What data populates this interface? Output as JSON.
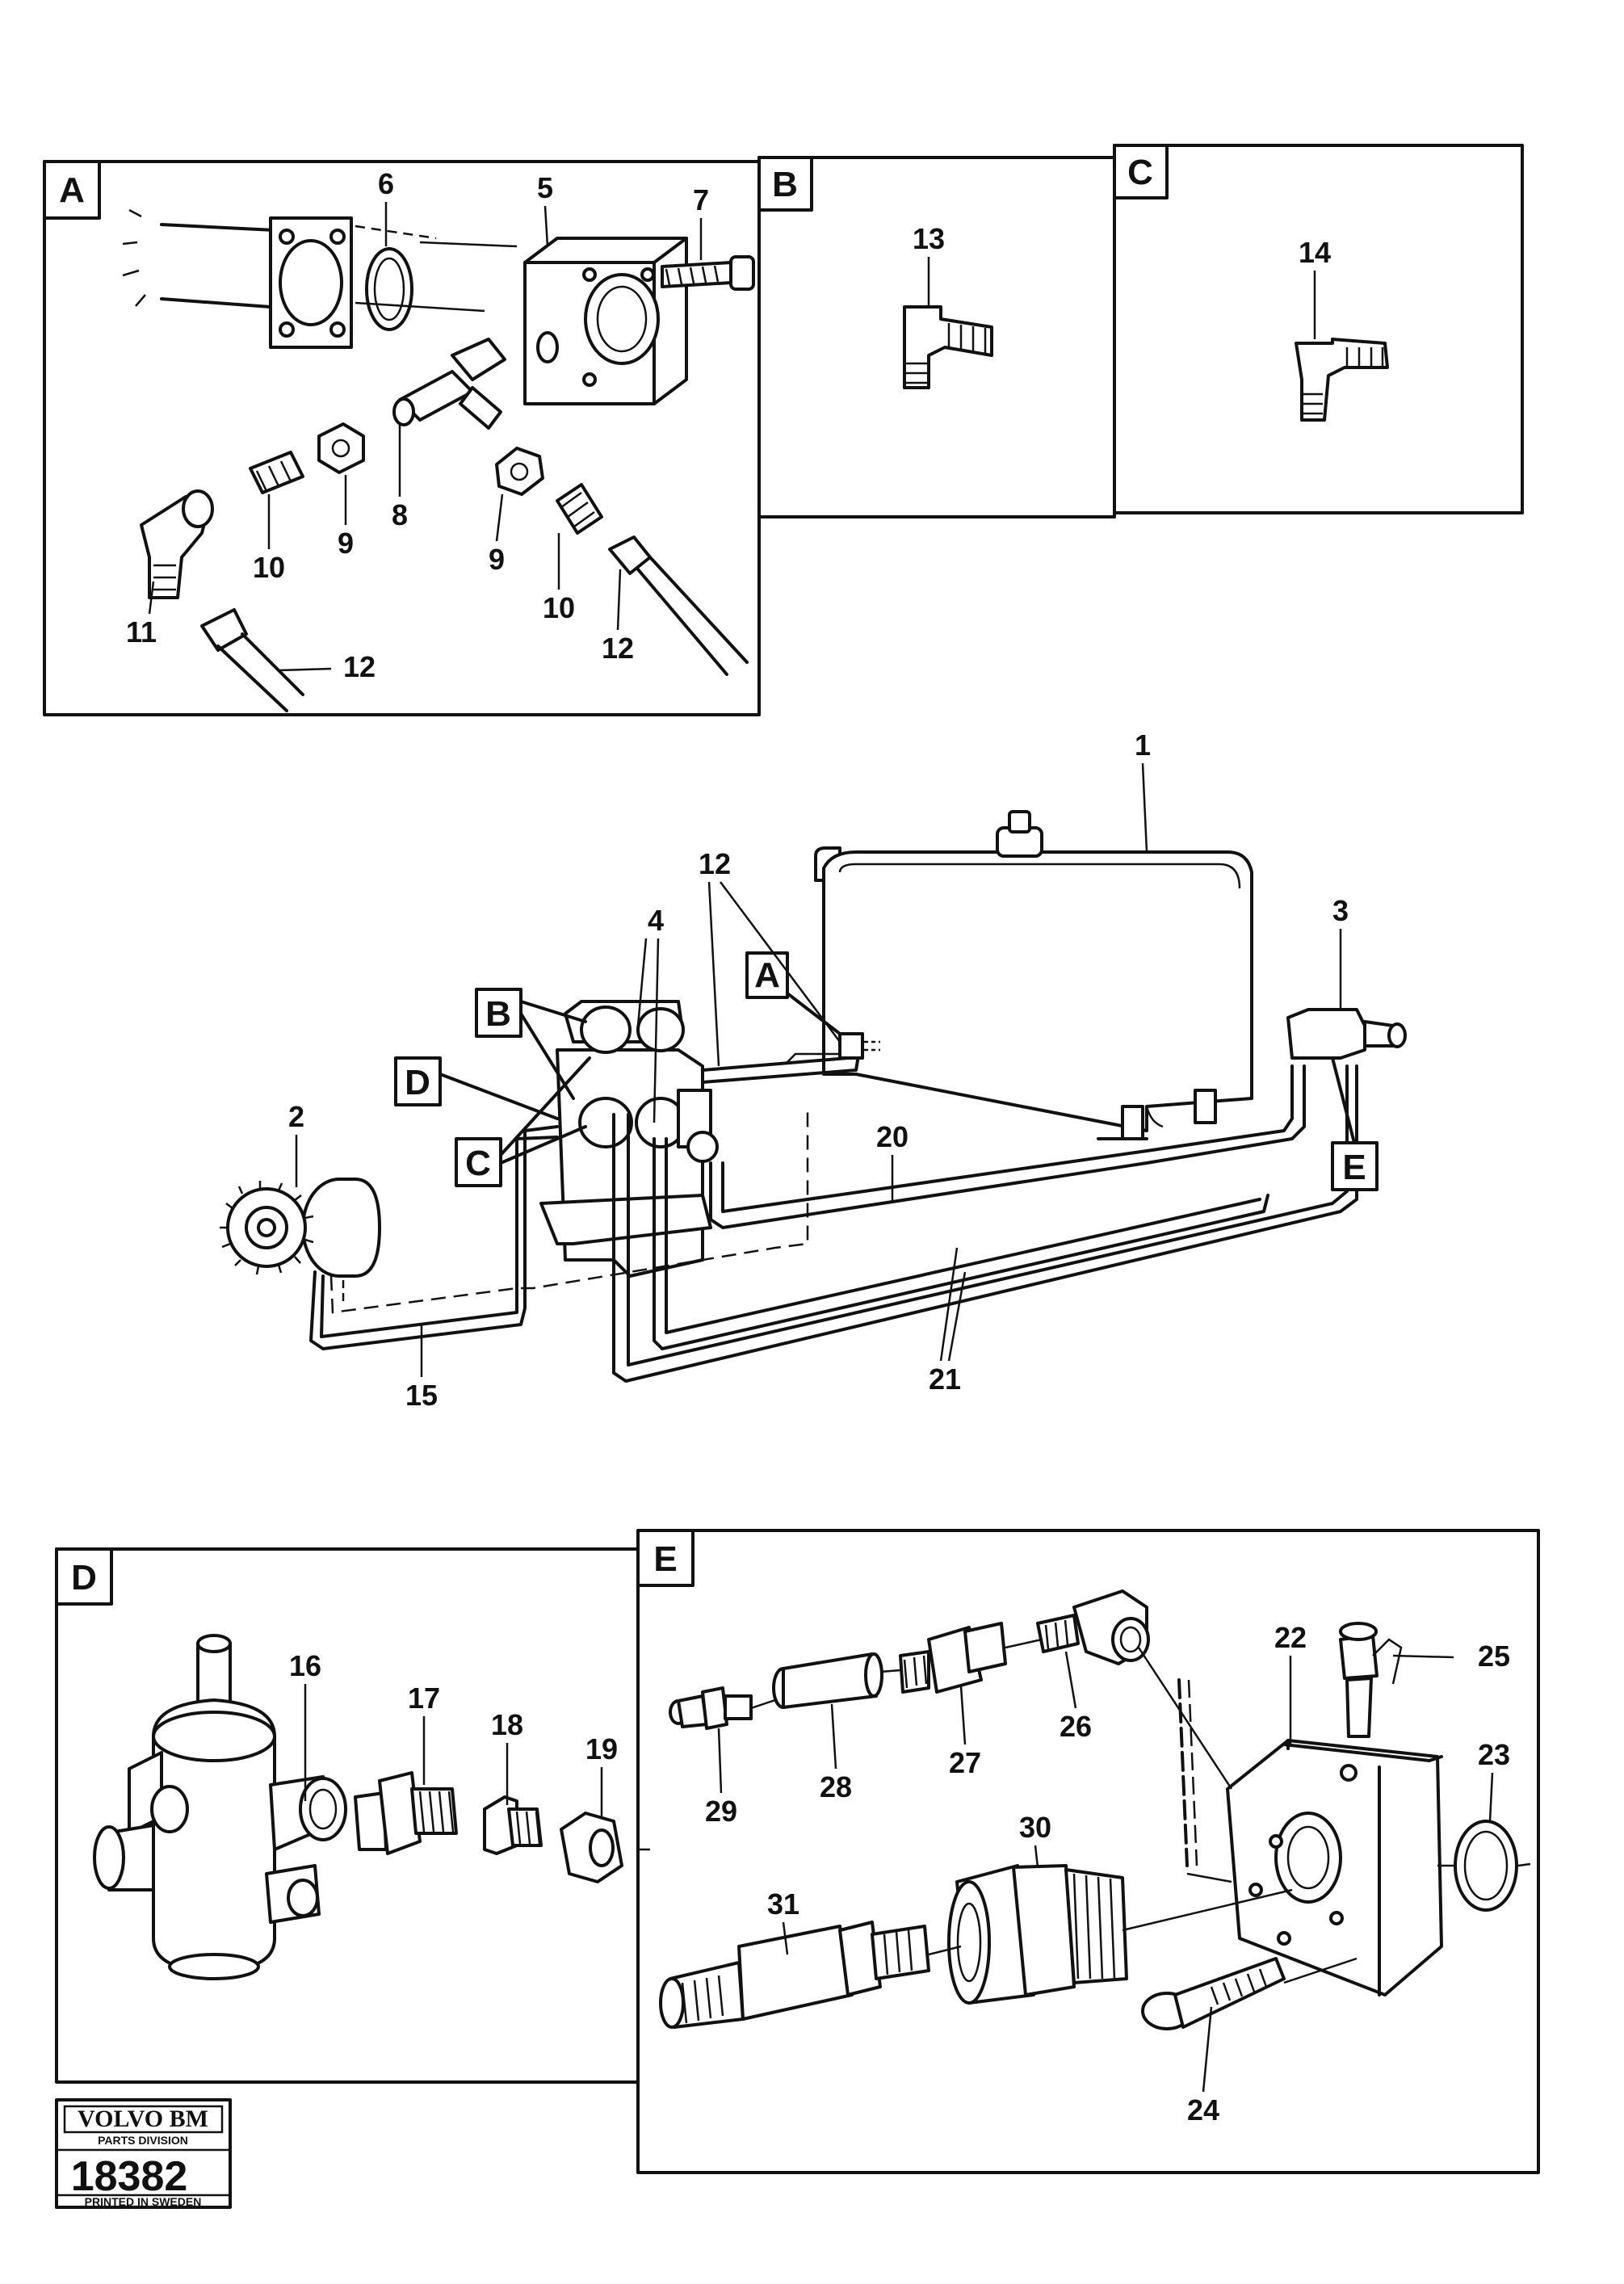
{
  "panels": {
    "A": "A",
    "B": "B",
    "C": "C",
    "D": "D",
    "E": "E"
  },
  "callouts": {
    "A": "A",
    "B": "B",
    "C": "C",
    "D": "D",
    "E": "E"
  },
  "parts": {
    "p1": "1",
    "p2": "2",
    "p3": "3",
    "p4": "4",
    "p5": "5",
    "p6": "6",
    "p7": "7",
    "p8": "8",
    "p9": "9",
    "p10": "10",
    "p11": "11",
    "p12": "12",
    "p13": "13",
    "p14": "14",
    "p15": "15",
    "p16": "16",
    "p17": "17",
    "p18": "18",
    "p19": "19",
    "p20": "20",
    "p21": "21",
    "p22": "22",
    "p23": "23",
    "p24": "24",
    "p25": "25",
    "p26": "26",
    "p27": "27",
    "p28": "28",
    "p29": "29",
    "p30": "30",
    "p31": "31"
  },
  "logo": {
    "brand": "VOLVO BM",
    "division": "PARTS DIVISION",
    "number": "18382",
    "printed": "PRINTED IN SWEDEN"
  }
}
